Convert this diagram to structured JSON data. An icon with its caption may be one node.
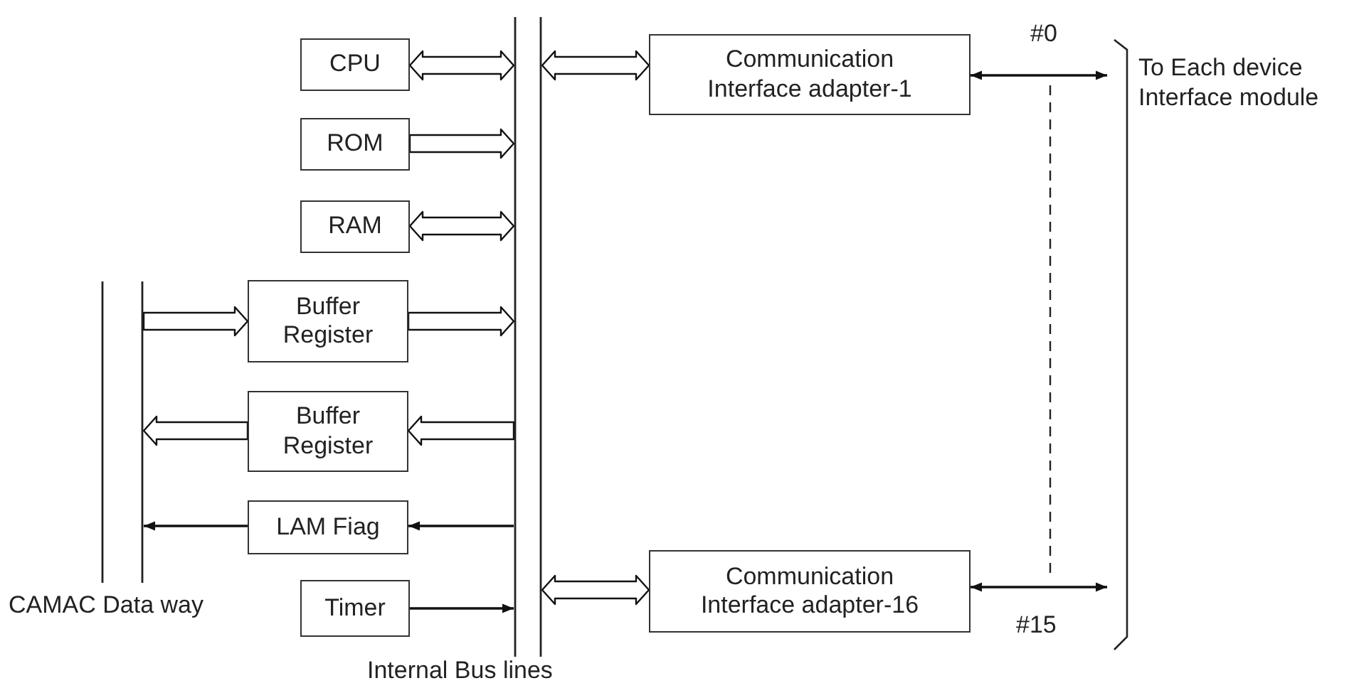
{
  "diagram": {
    "nodes": [
      {
        "text": [
          "CPU"
        ]
      },
      {
        "text": [
          "ROM"
        ]
      },
      {
        "text": [
          "RAM"
        ]
      },
      {
        "text": [
          "Buffer Register"
        ]
      },
      {
        "text": [
          "Buffer Register"
        ]
      },
      {
        "text": [
          "LAM Fiag"
        ]
      },
      {
        "text": [
          "Timer"
        ]
      },
      {
        "text": [],
        "shape": "bar",
        "beside": [
          "Internal Bus lines"
        ]
      },
      {
        "text": [],
        "shape": "bar",
        "beside": [
          "CAMAC Data way"
        ]
      },
      {
        "text": [
          "Communication Interface adapter-1"
        ]
      },
      {
        "text": [
          "Communication Interface adapter-16"
        ]
      },
      {
        "text": [
          "To Each device Interface module"
        ]
      }
    ],
    "edges": [
      {
        "from": 0,
        "to": 7,
        "arrow": "both",
        "style": "thick"
      },
      {
        "from": 1,
        "to": 7,
        "arrow": "to",
        "style": "thick"
      },
      {
        "from": 2,
        "to": 7,
        "arrow": "both",
        "style": "thick"
      },
      {
        "from": 8,
        "to": 3,
        "arrow": "to",
        "style": "thick"
      },
      {
        "from": 3,
        "to": 7,
        "arrow": "to",
        "style": "thick"
      },
      {
        "from": 7,
        "to": 4,
        "arrow": "to",
        "style": "thick"
      },
      {
        "from": 4,
        "to": 8,
        "arrow": "to",
        "style": "thick"
      },
      {
        "from": 7,
        "to": 5,
        "arrow": "to"
      },
      {
        "from": 5,
        "to": 8,
        "arrow": "to"
      },
      {
        "from": 6,
        "to": 7,
        "arrow": "to"
      },
      {
        "from": 7,
        "to": 9,
        "arrow": "both",
        "style": "thick"
      },
      {
        "from": 7,
        "to": 10,
        "arrow": "both",
        "style": "thick"
      },
      {
        "from": 9,
        "to": 11,
        "arrow": "both",
        "label": "#0"
      },
      {
        "from": 10,
        "to": 11,
        "arrow": "both",
        "label": "#15"
      }
    ]
  }
}
